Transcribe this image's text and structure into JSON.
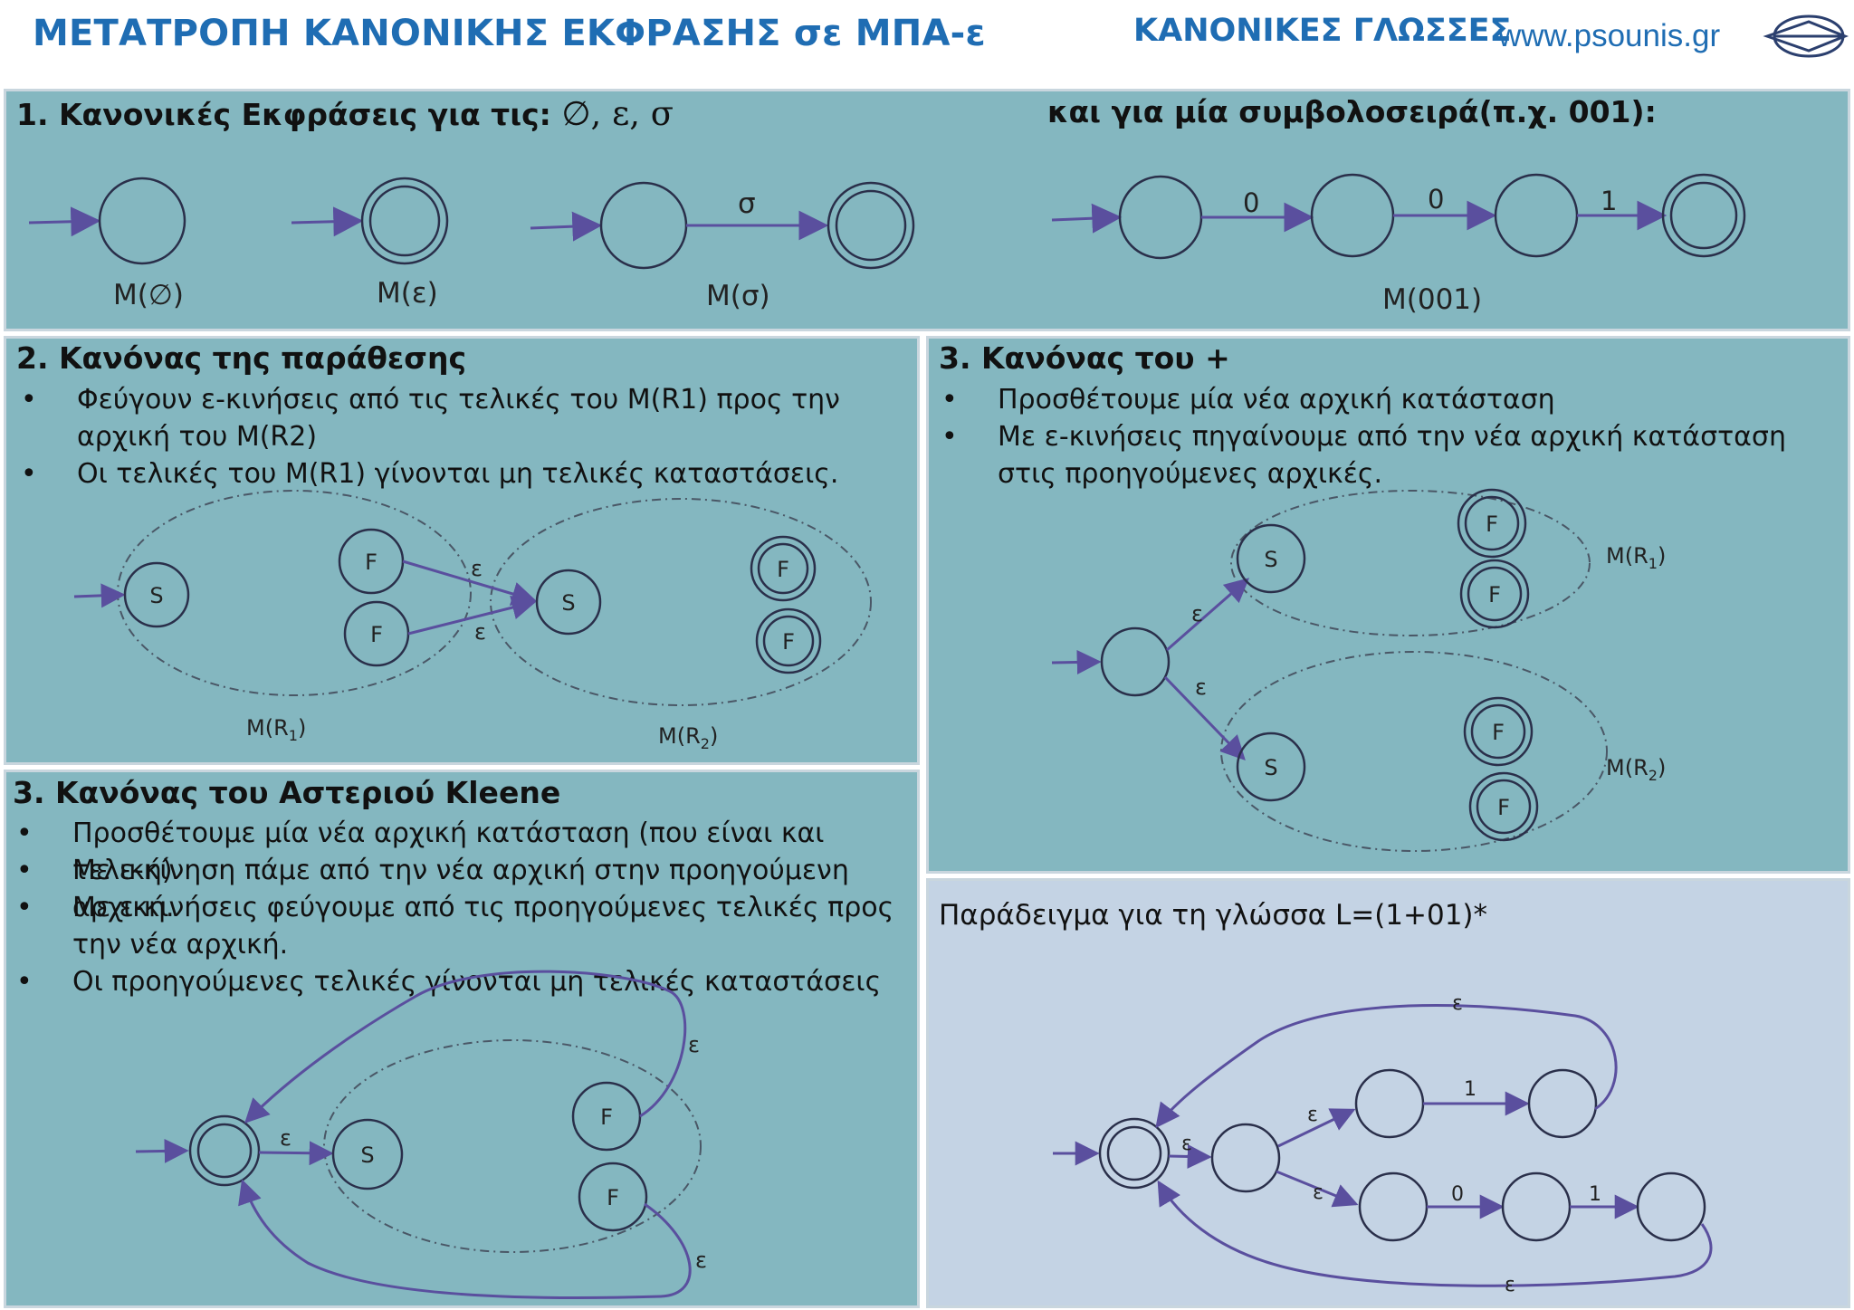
{
  "header": {
    "title": "ΜΕΤΑΤΡΟΠΗ ΚΑΝΟΝΙΚΗΣ ΕΚΦΡΑΣΗΣ σε ΜΠΑ-ε",
    "right_title": "ΚΑΝΟΝΙΚΕΣ ΓΛΩΣΣΕΣ",
    "site": "www.psounis.gr"
  },
  "section1": {
    "title": "1. Κανονικές Εκφράσεις για τις:",
    "title_symbols": "∅, ε, σ",
    "title_right": "και για μία συμβολοσειρά(π.χ. 001):",
    "labels": {
      "m_empty": "M(∅)",
      "m_eps": "M(ε)",
      "m_sigma": "M(σ)",
      "m_001": "M(001)"
    },
    "edge_sigma": "σ",
    "edges_001": [
      "0",
      "0",
      "1"
    ]
  },
  "section2": {
    "title": "2. Κανόνας της παράθεσης",
    "bullets": [
      "Φεύγουν ε-κινήσεις από τις τελικές του M(R1) προς την αρχική του M(R2)",
      "Οι τελικές του M(R1) γίνονται μη τελικές καταστάσεις."
    ],
    "state_s": "S",
    "state_f": "F",
    "eps": "ε",
    "label_r1": "M(R",
    "label_r2": "M(R",
    "sub1": "1",
    "sub2": "2",
    "close": ")"
  },
  "section3": {
    "title": "3. Κανόνας του +",
    "bullets": [
      "Προσθέτουμε μία νέα αρχική κατάσταση",
      "Με ε-κινήσεις πηγαίνουμε από την νέα αρχική κατάσταση στις προηγούμενες αρχικές."
    ],
    "state_s": "S",
    "state_f": "F",
    "eps": "ε",
    "label_r": "M(R",
    "sub1": "1",
    "sub2": "2",
    "close": ")"
  },
  "section4": {
    "title": "3. Κανόνας του Αστεριού Kleene",
    "bullets": [
      "Προσθέτουμε μία νέα αρχική κατάσταση (που είναι και τελική)",
      "Με ε-κίνηση πάμε από την νέα αρχική στην προηγούμενη αρχική.",
      "Με ε-κινήσεις φεύγουμε από τις προηγούμενες τελικές προς την νέα αρχική.",
      "Οι προηγούμενες τελικές γίνονται μη τελικές καταστάσεις"
    ],
    "state_s": "S",
    "state_f": "F",
    "eps": "ε"
  },
  "section5": {
    "title": "Παράδειγμα για τη γλώσσα L=(1+01)*",
    "eps": "ε",
    "sym_0": "0",
    "sym_1": "1"
  },
  "bullet_symbol": "•",
  "colors": {
    "header_blue": "#1f6db3",
    "panel_teal": "#84b7c0",
    "panel_blue": "#c4d3e4",
    "diagram_purple": "#5a4f9e",
    "state_stroke": "#2a2f4a"
  }
}
